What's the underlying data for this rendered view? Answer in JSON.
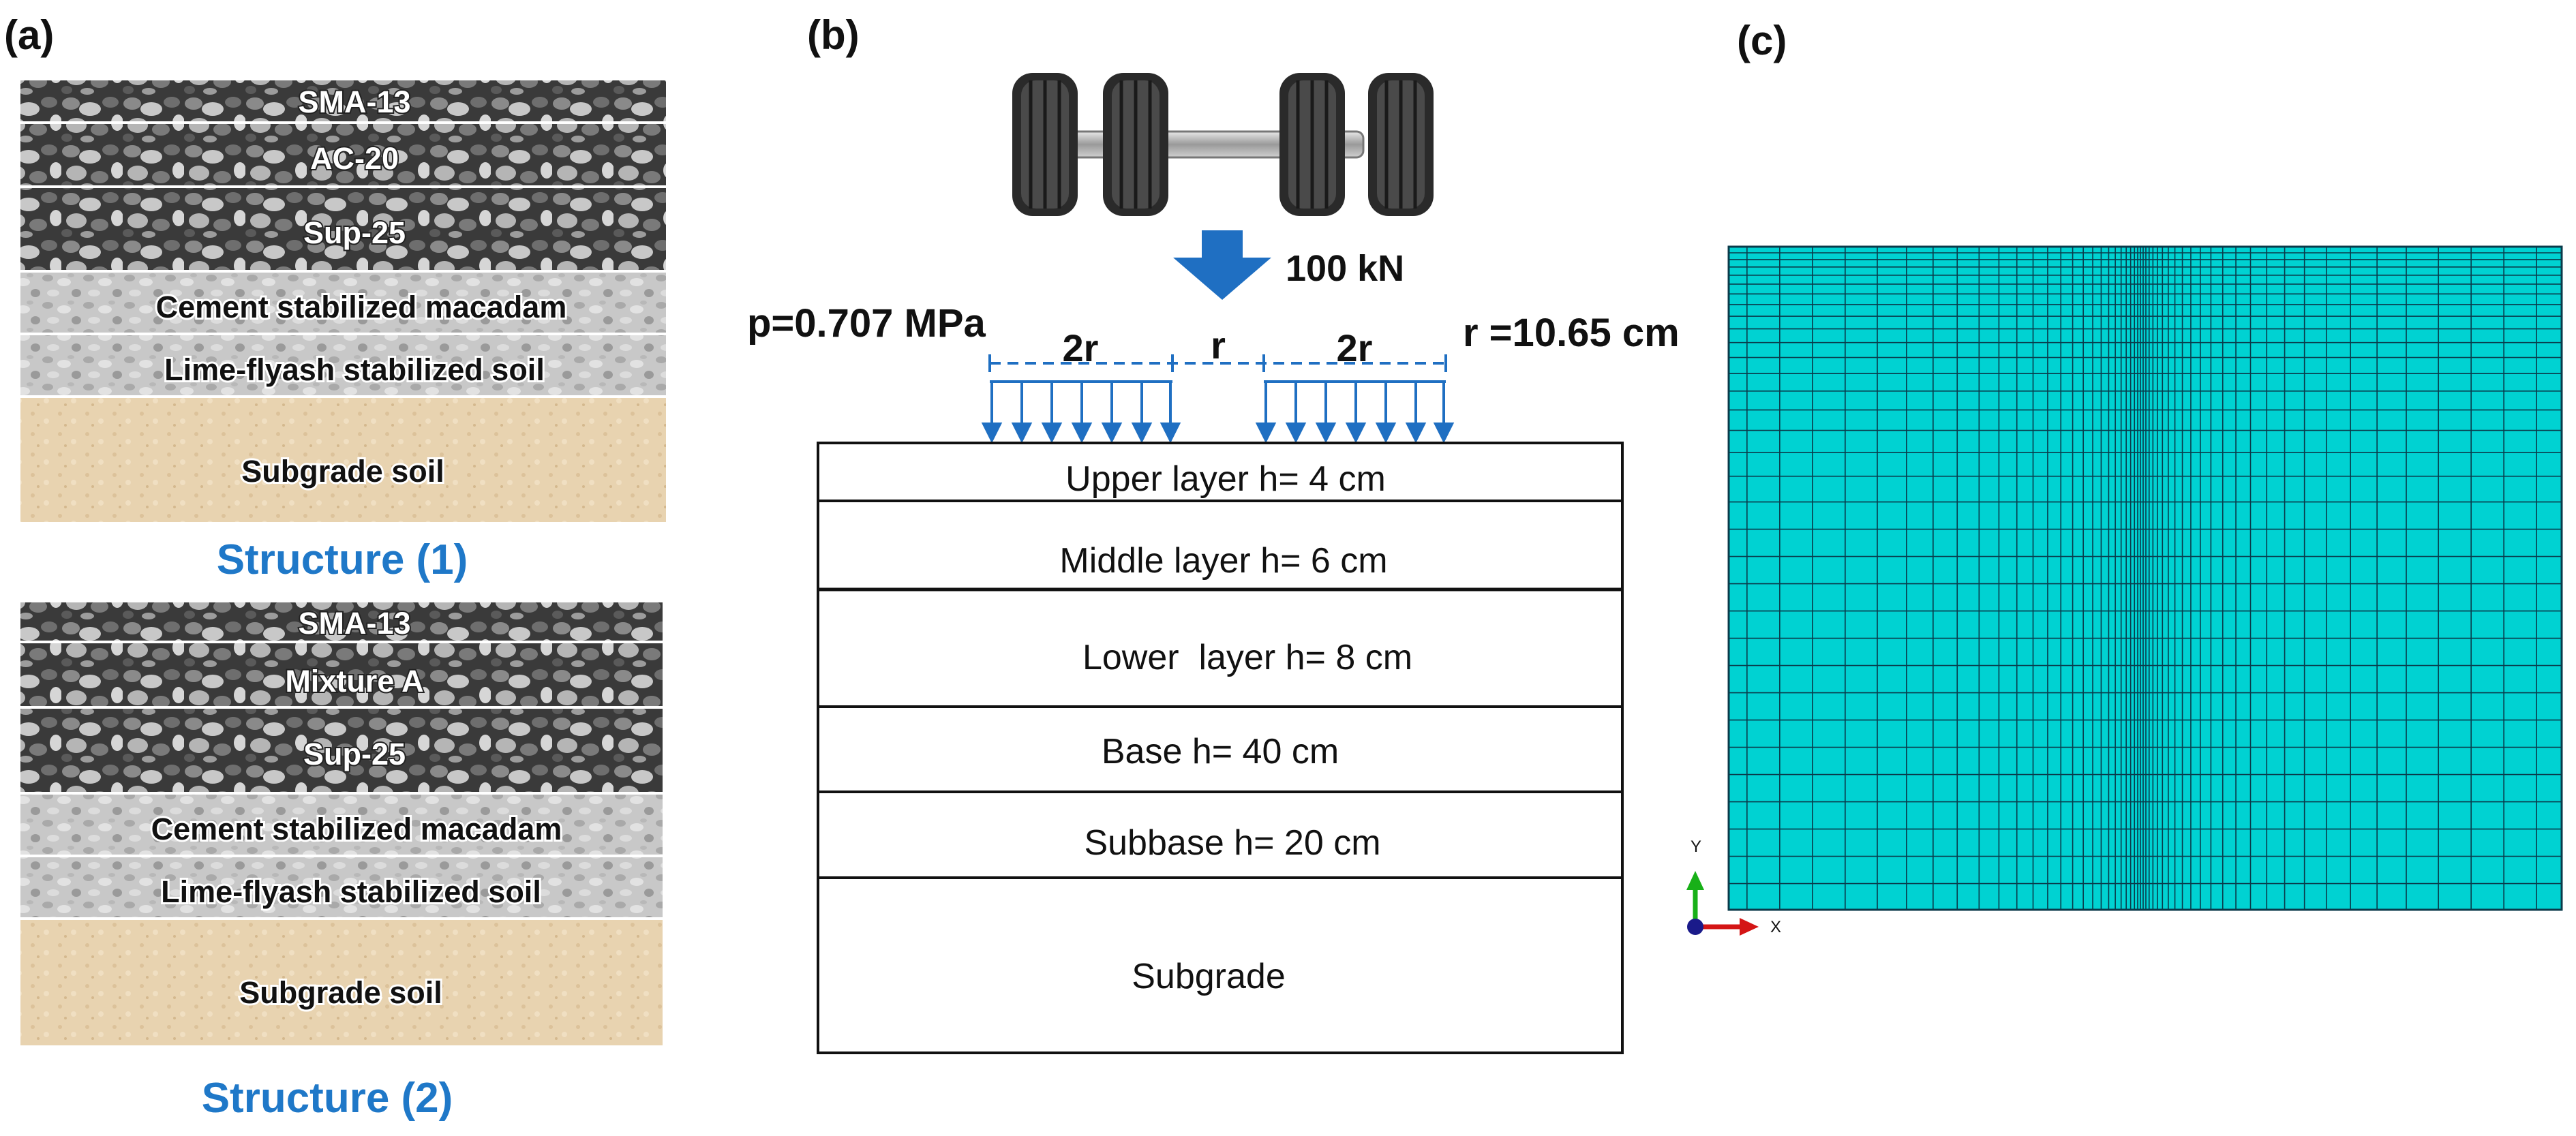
{
  "panels": {
    "a": {
      "label": "(a)",
      "structure1": {
        "title": "Structure (1)",
        "layers": [
          "SMA-13",
          "AC-20",
          "Sup-25",
          "Cement stabilized macadam",
          "Lime-flyash stabilized soil",
          "Subgrade soil"
        ]
      },
      "structure2": {
        "title": "Structure (2)",
        "layers": [
          "SMA-13",
          "Mixture A",
          "Sup-25",
          "Cement stabilized macadam",
          "Lime-flyash stabilized soil",
          "Subgrade soil"
        ]
      }
    },
    "b": {
      "label": "(b)",
      "load": "100 kN",
      "pressure": "p=0.707 MPa",
      "radius": "r =10.65 cm",
      "dims": [
        "2r",
        "r",
        "2r"
      ],
      "layers": [
        "Upper layer h= 4 cm",
        "Middle layer h= 6 cm",
        "Lower  layer h= 8 cm",
        "Base h= 40 cm",
        "Subbase h= 20 cm",
        "Subgrade"
      ]
    },
    "c": {
      "label": "(c)",
      "axis_y": "Y",
      "axis_x": "X"
    }
  },
  "colors": {
    "load_blue": "#1f6fc2",
    "structure_title": "#1f78c8",
    "mesh_fill": "#00d2d2",
    "mesh_line": "#0a3a4a",
    "subgrade_soil": "#e8d3b0",
    "axis_y_green": "#18b018",
    "axis_x_red": "#d41515",
    "axis_origin": "#1a1a8a"
  }
}
